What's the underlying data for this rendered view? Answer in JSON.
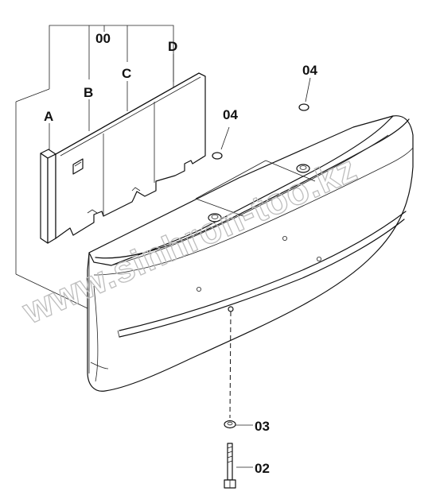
{
  "diagram": {
    "labels": {
      "assembly": "00",
      "part_a": "A",
      "part_b": "B",
      "part_c": "C",
      "part_d": "D",
      "plug_left": "04",
      "plug_right": "04",
      "washer": "03",
      "bolt": "02"
    },
    "watermark": "www.sinhron-too.kz"
  }
}
